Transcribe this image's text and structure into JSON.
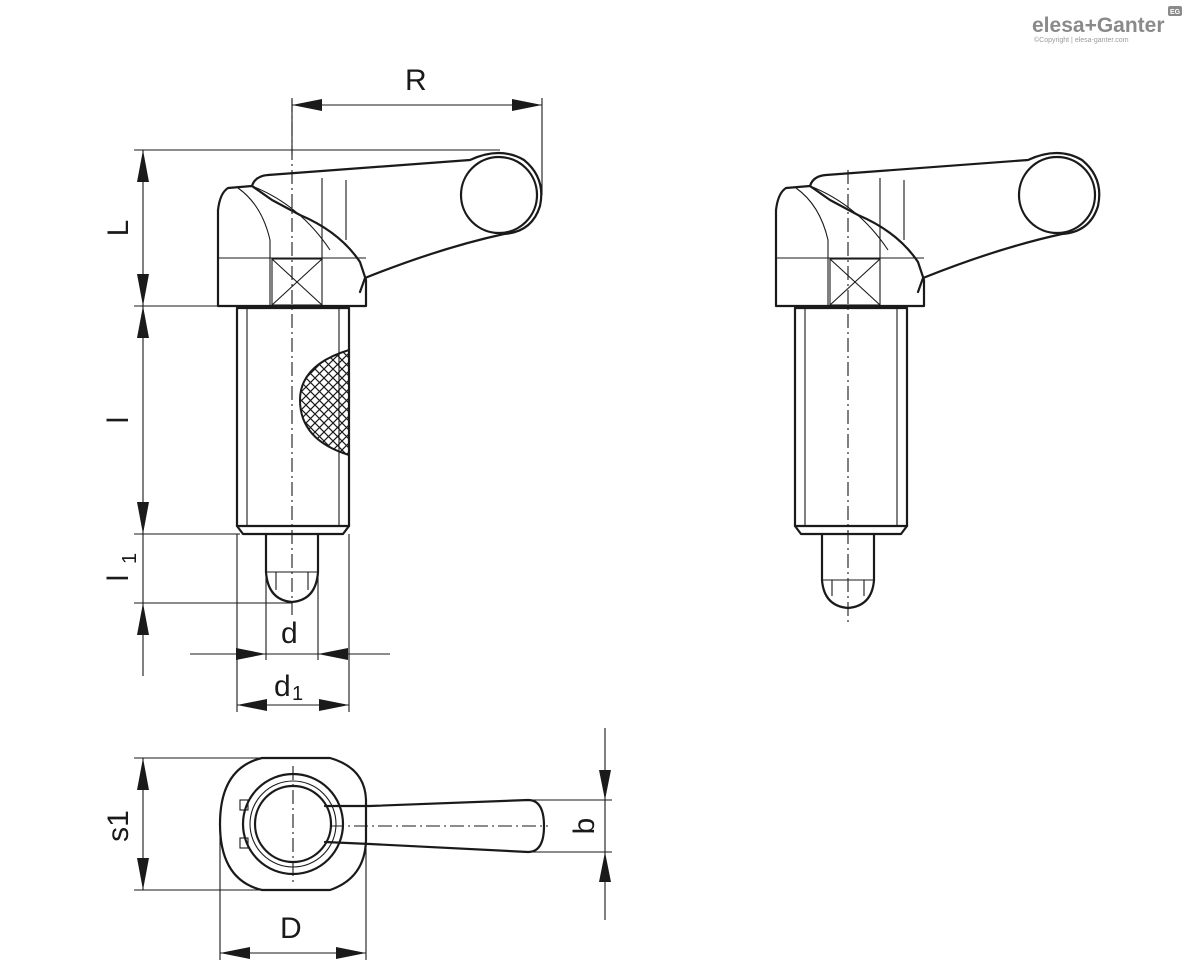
{
  "logo": {
    "brand_left": "elesa",
    "brand_plus": "+",
    "brand_right": "Ganter",
    "badge": "EG",
    "copyright": "©Copyright | elesa-ganter.com"
  },
  "dimensions": {
    "R": "R",
    "L": "L",
    "l": "l",
    "l1_main": "l",
    "l1_sub": "1",
    "d": "d",
    "d1_main": "d",
    "d1_sub": "1",
    "s1": "s1",
    "b": "b",
    "D": "D"
  }
}
